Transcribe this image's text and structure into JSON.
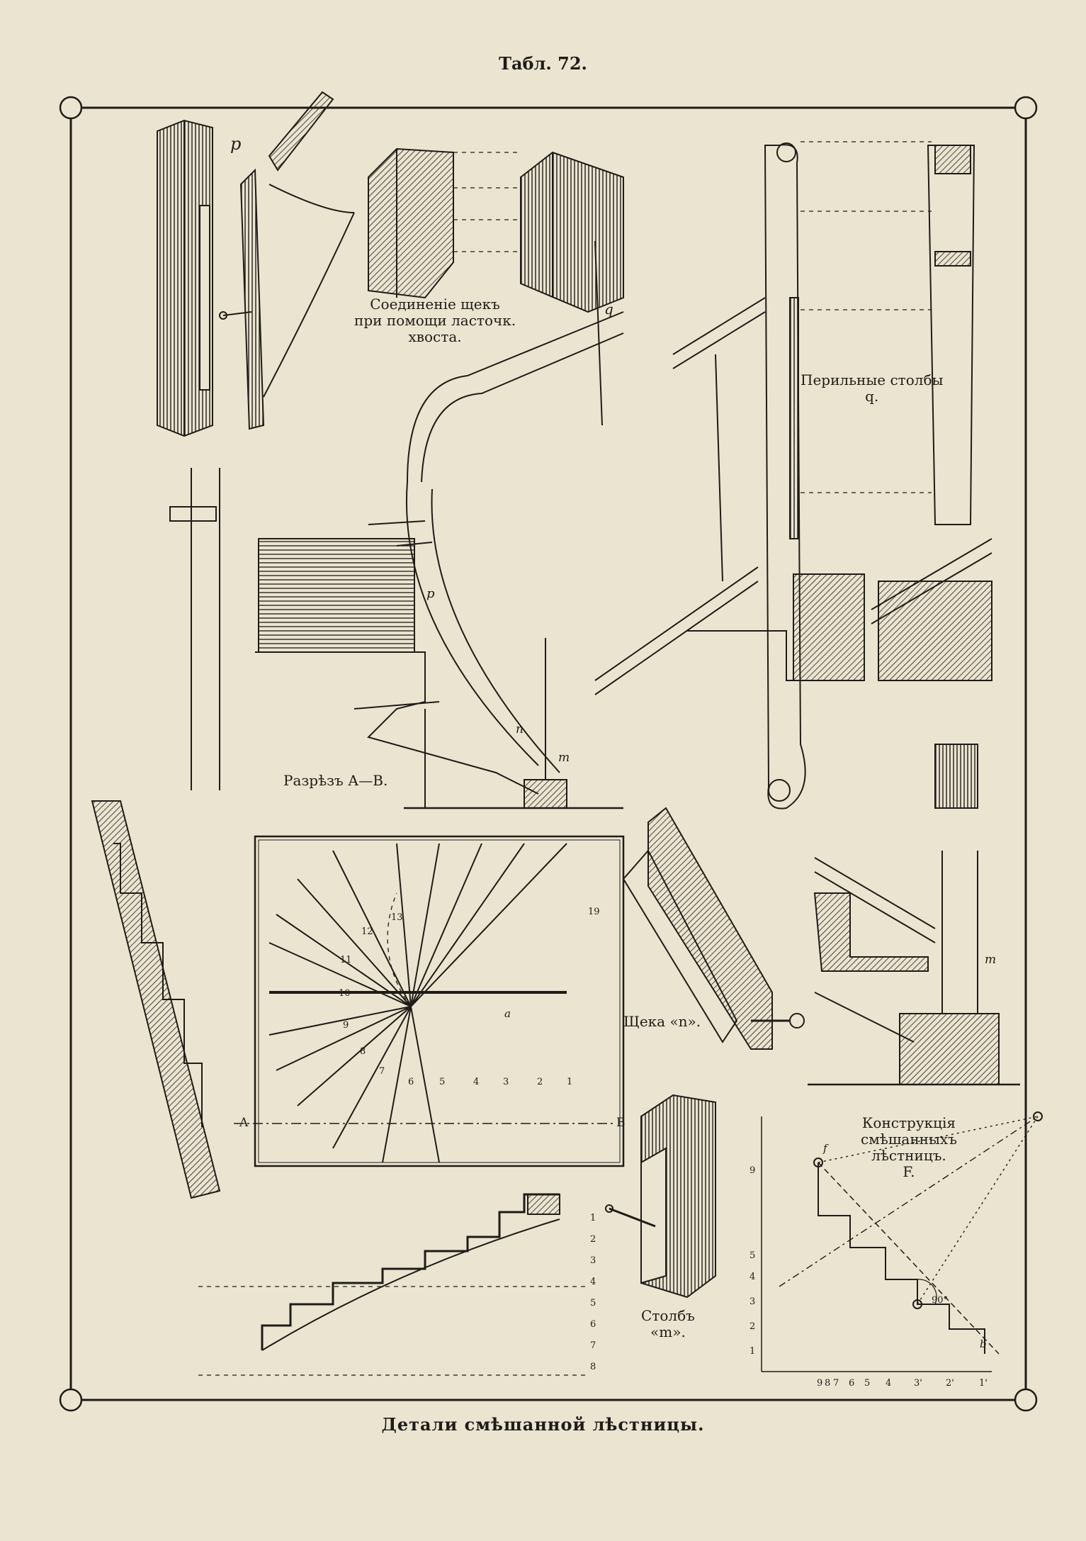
{
  "header": {
    "plate": "Табл. 72."
  },
  "footer": {
    "caption": "Детали смѣшанной лѣстницы."
  },
  "labels": {
    "dovetail_joint": [
      "Соединеніе щекъ",
      "при помощи ласточк.",
      "хвоста."
    ],
    "newel_posts": [
      "Перильные столбы",
      "q."
    ],
    "section": "Разрѣзъ А—В.",
    "string_n": "Щека «n».",
    "post_m": [
      "Столбъ",
      "«m»."
    ],
    "construction": [
      "Конструкція",
      "смѣшанныхъ",
      "лѣстницъ.",
      "F."
    ]
  },
  "letters": {
    "p1": "p",
    "p2": "p",
    "q": "q",
    "n": "n",
    "m1": "m",
    "m2": "m",
    "a": "a",
    "b": "b",
    "f": "f",
    "A": "A",
    "B": "B"
  },
  "plan_numbers": [
    "1",
    "2",
    "3",
    "4",
    "5",
    "6",
    "7",
    "8",
    "9",
    "10",
    "11",
    "12",
    "13",
    "19"
  ],
  "riser_numbers": [
    "1",
    "2",
    "3",
    "4",
    "5",
    "6",
    "7",
    "8"
  ],
  "construction_y_ticks": [
    "1",
    "2",
    "3",
    "4",
    "5",
    "9"
  ],
  "construction_x_ticks": [
    "9",
    "8",
    "7",
    "6",
    "5",
    "4",
    "3'",
    "2'",
    "1'"
  ],
  "angle": "90°",
  "colors": {
    "paper": "#ebe4d1",
    "ink": "#1f1c17"
  }
}
